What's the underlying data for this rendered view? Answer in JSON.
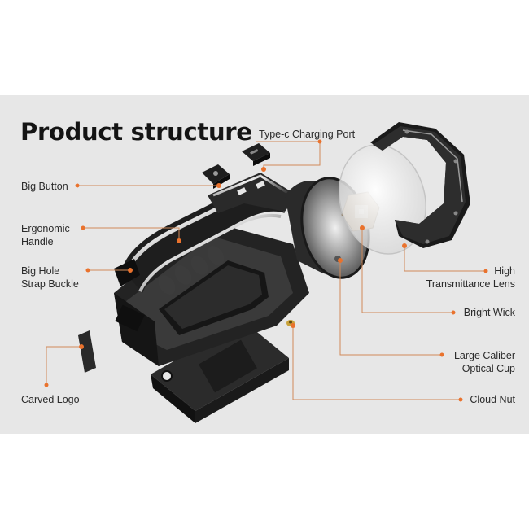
{
  "title": "Product structure",
  "colors": {
    "background": "#e7e7e7",
    "accent": "#e9722d",
    "leader_line": "#d08a5a",
    "text": "#2b2b2b",
    "title": "#141414"
  },
  "labels": {
    "type_c_port": "Type-c Charging Port",
    "big_button": "Big Button",
    "ergonomic_l1": "Ergonomic",
    "ergonomic_l2": "Handle",
    "strap_l1": "Big Hole",
    "strap_l2": "Strap Buckle",
    "carved_logo": "Carved Logo",
    "lens_l1": "High",
    "lens_l2": "Transmittance Lens",
    "bright_wick": "Bright Wick",
    "cup_l1": "Large Caliber",
    "cup_l2": "Optical Cup",
    "cloud_nut": "Cloud Nut"
  }
}
